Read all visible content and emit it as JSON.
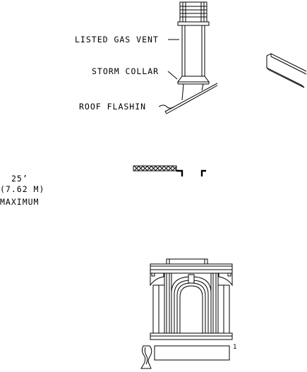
{
  "labels": {
    "gas_vent": "LISTED GAS VENT",
    "storm_collar": "STORM COLLAR",
    "roof_flashing": "ROOF FLASHIN",
    "height_value": "25’",
    "height_metric": "(7.62 M)",
    "height_note": "MAXIMUM",
    "partial_mark": "1"
  }
}
